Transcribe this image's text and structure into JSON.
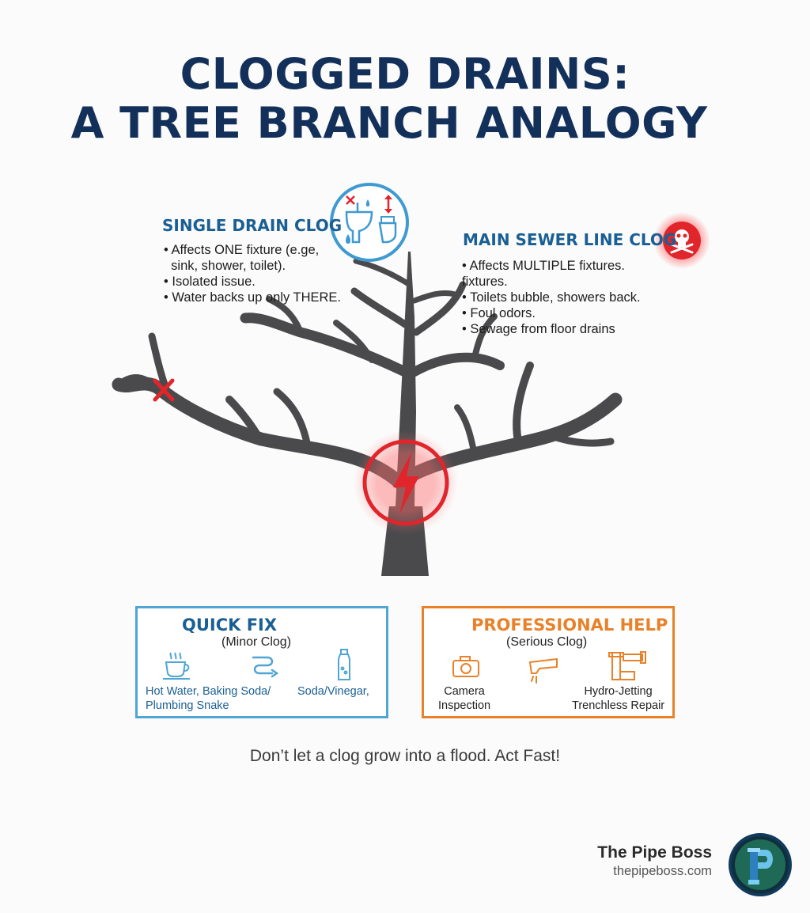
{
  "title": {
    "line1": "CLOGGED DRAINS:",
    "line2": "A TREE BRANCH ANALOGY"
  },
  "single_clog": {
    "heading": "SINGLE DRAIN CLOG",
    "bullets": [
      "• Affects ONE fixture (e.ge,",
      "  sink, shower, toilet).",
      "• Isolated issue.",
      "• Water backs up only THERE."
    ],
    "icon": "sink-and-toilet-icon"
  },
  "main_clog": {
    "heading": "MAIN SEWER LINE CLOG",
    "bullets": [
      "• Affects MULTIPLE fixtures.",
      "fixtures.",
      "• Toilets bubble, showers back.",
      "• Foul odors.",
      "• Sewage from floor drains"
    ],
    "icon": "skull-crossbones-icon"
  },
  "quick_fix": {
    "title": "QUICK FIX",
    "subtitle": "(Minor Clog)",
    "label_left": [
      "Hot Water, Baking Soda/",
      "Plumbing Snake"
    ],
    "label_right": "Soda/Vinegar,",
    "icons": [
      "hot-cup-icon",
      "snake-icon",
      "bottle-icon"
    ]
  },
  "professional": {
    "title": "PROFESSIONAL HELP",
    "subtitle": "(Serious Clog)",
    "label_left": [
      "Camera",
      "Inspection"
    ],
    "label_right": [
      "Hydro-Jetting",
      "Trenchless Repair"
    ],
    "icons": [
      "camera-icon",
      "jet-nozzle-icon",
      "pipes-icon"
    ]
  },
  "tagline": "Don’t let a clog grow into a flood. Act Fast!",
  "brand": {
    "name": "The Pipe Boss",
    "url": "thepipeboss.com"
  },
  "colors": {
    "title": "#13305a",
    "heading": "#1a5f93",
    "tree": "#4a4a4d",
    "alert_red": "#e0252b",
    "quick_border": "#4fa5d4",
    "pro_border": "#e8822a"
  }
}
